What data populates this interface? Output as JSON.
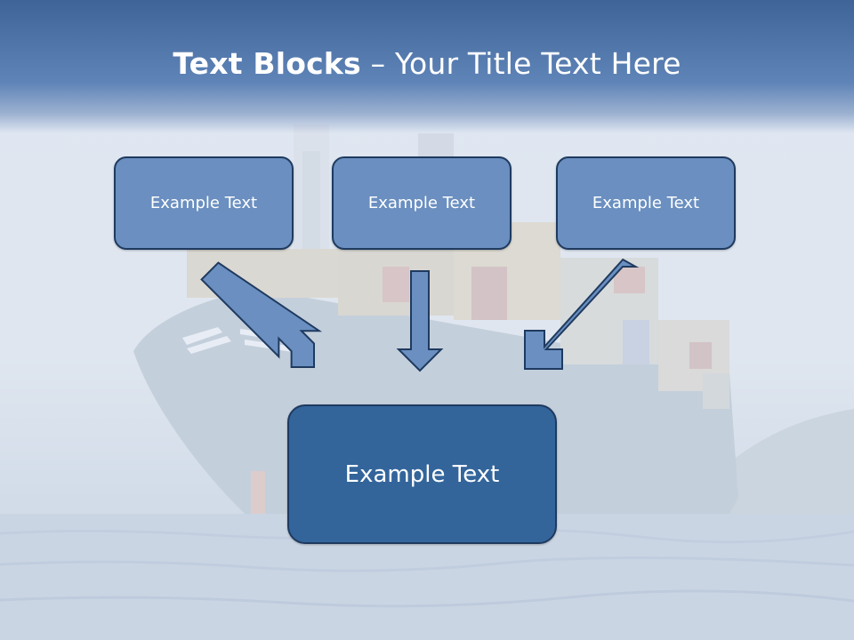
{
  "slide": {
    "title_bold": "Text Blocks",
    "title_rest": " – Your Title Text Here",
    "boxes": [
      {
        "label": "Example Text"
      },
      {
        "label": "Example Text"
      },
      {
        "label": "Example Text"
      }
    ],
    "main_box": {
      "label": "Example Text"
    }
  },
  "colors": {
    "header_band": "#4a6fa3",
    "box_fill": "#6a8fc0",
    "main_box_fill": "#33659b",
    "box_border": "#1f3a5f",
    "arrow_fill": "#6a8fc0"
  },
  "background": {
    "subject": "container-ship-at-sea"
  }
}
